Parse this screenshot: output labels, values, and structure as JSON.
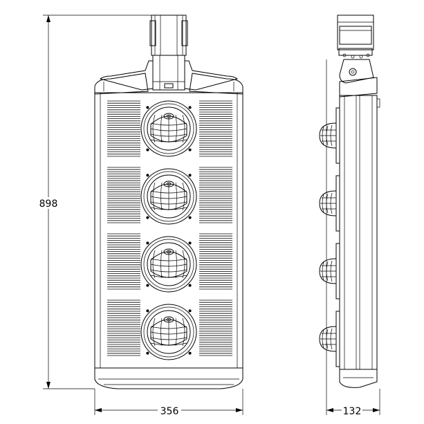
{
  "dimensions": {
    "height_label": "898",
    "width_label": "356",
    "depth_label": "132"
  },
  "front_view": {
    "lamp_count": 4
  },
  "side_view": {
    "lamp_count": 4
  }
}
